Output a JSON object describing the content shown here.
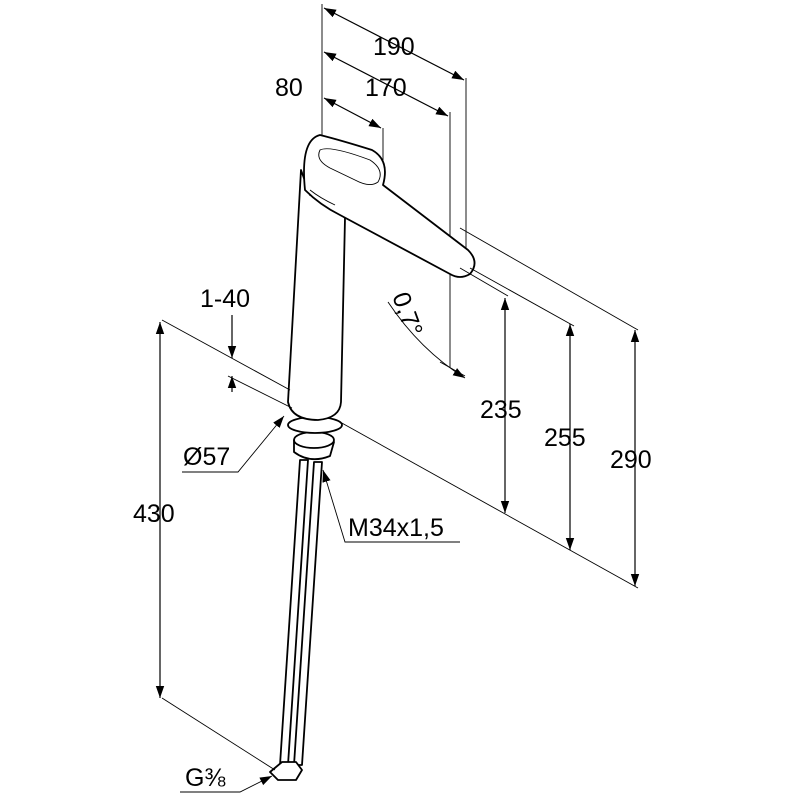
{
  "title": "Faucet dimension drawing",
  "dimensions": {
    "spout_reach_total": "190",
    "spout_reach": "170",
    "lever_length": "80",
    "angle": "0,7°",
    "deck_thickness": "1-40",
    "base_diameter": "Ø57",
    "thread": "M34x1,5",
    "height_spout_outlet": "235",
    "height_spout_bottom": "255",
    "height_total": "290",
    "hose_length": "430",
    "connection": "G⅜"
  },
  "colors": {
    "line": "#000000",
    "background": "#ffffff"
  }
}
